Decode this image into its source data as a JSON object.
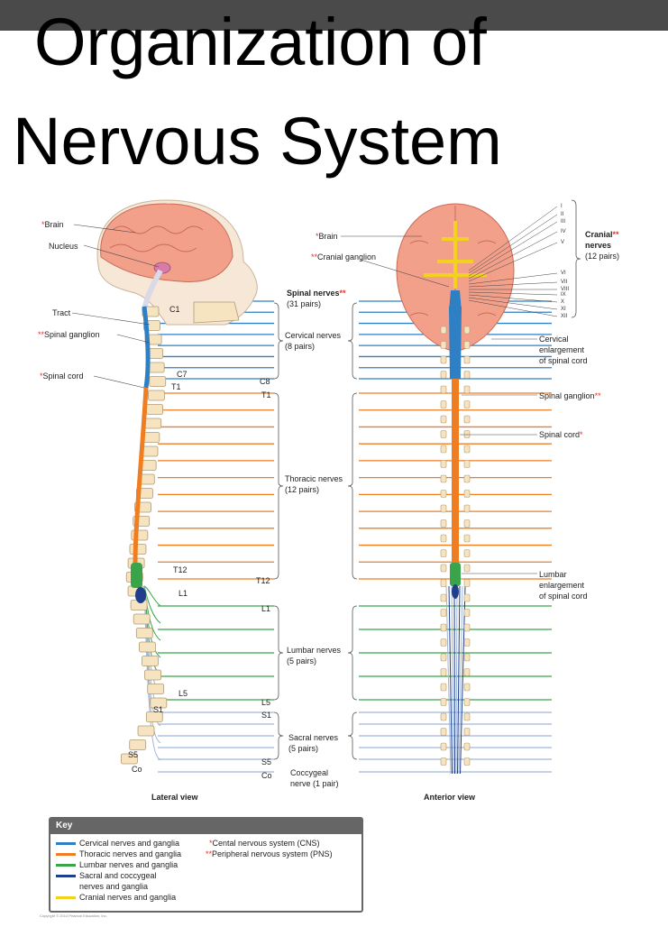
{
  "title": {
    "line1": "Organization of",
    "line2": "Nervous System"
  },
  "lateral": {
    "brain": "Brain",
    "nucleus": "Nucleus",
    "tract": "Tract",
    "spinal_ganglion": "Spinal ganglion",
    "spinal_cord": "Spinal cord",
    "c1": "C1",
    "c7": "C7",
    "t1": "T1",
    "t12": "T12",
    "l1": "L1",
    "l5": "L5",
    "s1": "S1",
    "s5": "S5",
    "co": "Co",
    "view": "Lateral view"
  },
  "middle": {
    "brain": "Brain",
    "cranial_ganglion": "Cranial ganglion",
    "spinal_nerves": "Spinal nerves",
    "spinal_nerves_count": "(31 pairs)",
    "cervical": "Cervical nerves",
    "cervical_count": "(8 pairs)",
    "thoracic": "Thoracic nerves",
    "thoracic_count": "(12 pairs)",
    "lumbar": "Lumbar nerves",
    "lumbar_count": "(5 pairs)",
    "sacral": "Sacral nerves",
    "sacral_count": "(5 pairs)",
    "coccygeal": "Coccygeal",
    "coccygeal_count": "nerve (1 pair)",
    "c8": "C8",
    "t1": "T1",
    "t12": "T12",
    "l1": "L1",
    "l5": "L5",
    "s1": "S1",
    "s5": "S5",
    "co": "Co"
  },
  "anterior": {
    "cranial_nerves": "Cranial",
    "cranial_nerves_2": "nerves",
    "cranial_count": "(12 pairs)",
    "roman": [
      "I",
      "II",
      "III",
      "IV",
      "V",
      "VI",
      "VII",
      "VIII",
      "IX",
      "X",
      "XI",
      "XII"
    ],
    "cervical_enl_1": "Cervical",
    "cervical_enl_2": "enlargement",
    "cervical_enl_3": "of spinal cord",
    "spinal_ganglion": "Spinal ganglion",
    "spinal_cord": "Spinal cord",
    "lumbar_enl_1": "Lumbar",
    "lumbar_enl_2": "enlargement",
    "lumbar_enl_3": "of spinal cord",
    "view": "Anterior view"
  },
  "markers": {
    "single": "*",
    "double": "**"
  },
  "key": {
    "heading": "Key",
    "items": [
      {
        "label": "Cervical nerves and ganglia",
        "color": "#2f7fc4"
      },
      {
        "label": "Thoracic nerves and ganglia",
        "color": "#ef7d22"
      },
      {
        "label": "Lumbar nerves and ganglia",
        "color": "#3aa44a"
      },
      {
        "label": "Sacral and coccygeal",
        "label2": "nerves and ganglia",
        "color": "#1f3f8c"
      },
      {
        "label": "Cranial nerves and ganglia",
        "color": "#f2d21e"
      }
    ],
    "cns": "Cental nervous system (CNS)",
    "pns": "Peripheral nervous system (PNS)"
  },
  "colors": {
    "cervical": "#2f7fc4",
    "thoracic": "#ef7d22",
    "lumbar": "#3aa44a",
    "sacral": "#1f3f8c",
    "sacral_light": "#9fb6d8",
    "cranial": "#f2d21e",
    "brain": "#f2a08a",
    "bone": "#f6e3bf",
    "marker": "#e0342b"
  },
  "copyright": "Copyright © 2014 Pearson Education, Inc."
}
